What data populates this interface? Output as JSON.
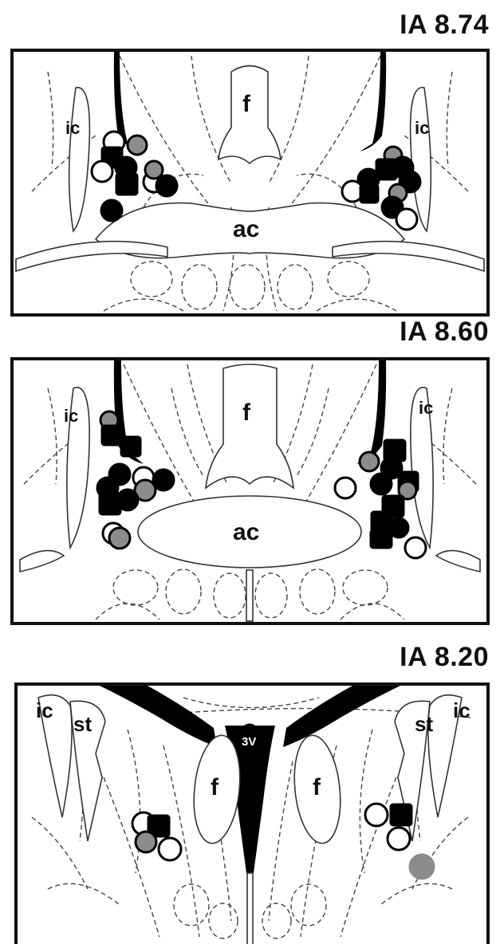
{
  "panels": [
    {
      "title": "IA 8.74",
      "labels": {
        "fornix": "f",
        "commissure": "ac",
        "ic_left": "ic",
        "ic_right": "ic"
      }
    },
    {
      "title": "IA 8.60",
      "labels": {
        "fornix": "f",
        "commissure": "ac",
        "ic_left": "ic",
        "ic_right": "ic"
      }
    },
    {
      "title": "IA 8.20",
      "labels": {
        "fornix_left": "f",
        "fornix_right": "f",
        "ventricle": "3V",
        "ic_left": "ic",
        "ic_right": "ic",
        "st_left": "st",
        "st_right": "st"
      }
    }
  ],
  "marker_colors": {
    "filled": "#000000",
    "gray": "#8c8c8c",
    "open": "#ffffff"
  }
}
